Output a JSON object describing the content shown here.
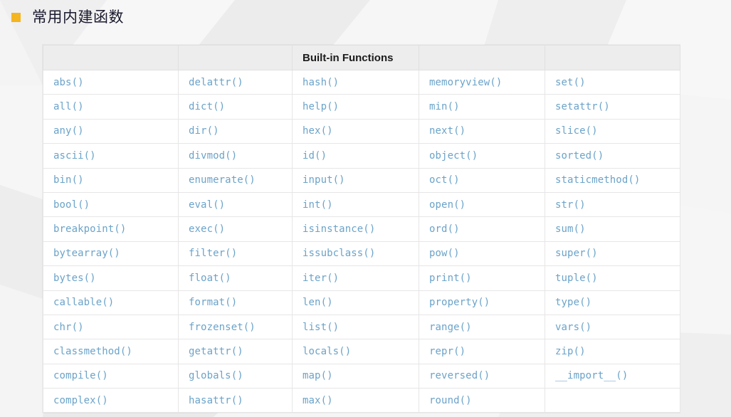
{
  "slide": {
    "title": "常用内建函数",
    "bullet_icon": "orange-square-bullet",
    "bullet_color": "#f5b520",
    "title_color": "#1a1a2e",
    "background_color": "#f4f4f4"
  },
  "table": {
    "header_label": "Built-in Functions",
    "header_label_column_index": 2,
    "header_background": "#ededed",
    "cell_text_color": "#6ba3c9",
    "border_color": "#e6e6e6",
    "columns": 5,
    "rows": 14,
    "highlight": {
      "text": "type",
      "background": "#fbe55a",
      "color": "#5a4a8a",
      "row_index": 10,
      "column_index": 4
    },
    "grid": [
      [
        "abs()",
        "delattr()",
        "hash()",
        "memoryview()",
        "set()"
      ],
      [
        "all()",
        "dict()",
        "help()",
        "min()",
        "setattr()"
      ],
      [
        "any()",
        "dir()",
        "hex()",
        "next()",
        "slice()"
      ],
      [
        "ascii()",
        "divmod()",
        "id()",
        "object()",
        "sorted()"
      ],
      [
        "bin()",
        "enumerate()",
        "input()",
        "oct()",
        "staticmethod()"
      ],
      [
        "bool()",
        "eval()",
        "int()",
        "open()",
        "str()"
      ],
      [
        "breakpoint()",
        "exec()",
        "isinstance()",
        "ord()",
        "sum()"
      ],
      [
        "bytearray()",
        "filter()",
        "issubclass()",
        "pow()",
        "super()"
      ],
      [
        "bytes()",
        "float()",
        "iter()",
        "print()",
        "tuple()"
      ],
      [
        "callable()",
        "format()",
        "len()",
        "property()",
        "type()"
      ],
      [
        "chr()",
        "frozenset()",
        "list()",
        "range()",
        "vars()"
      ],
      [
        "classmethod()",
        "getattr()",
        "locals()",
        "repr()",
        "zip()"
      ],
      [
        "compile()",
        "globals()",
        "map()",
        "reversed()",
        "__import__()"
      ],
      [
        "complex()",
        "hasattr()",
        "max()",
        "round()",
        ""
      ]
    ]
  }
}
